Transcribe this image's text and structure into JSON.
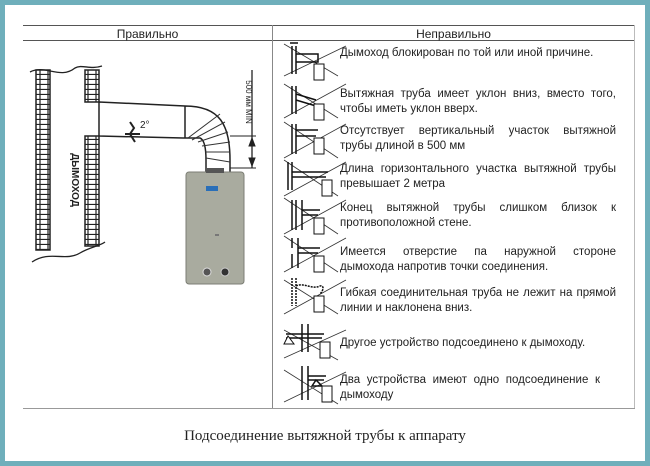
{
  "table": {
    "header_left": "Правильно",
    "header_right": "Неправильно"
  },
  "correct_diagram": {
    "chimney_label": "ДЫМОХОД",
    "angle_label": "2°",
    "dimension_label": "500 мм MIN",
    "heater_color": "#a9ab9f"
  },
  "incorrect_items": [
    {
      "icon": "blocked-chimney-icon",
      "text": "Дымоход блокирован по той или иной причине."
    },
    {
      "icon": "downward-slope-icon",
      "text": "Вытяжная труба имеет уклон вниз, вместо того, чтобы иметь уклон вверх."
    },
    {
      "icon": "no-vertical-section-icon",
      "text": "Отсутствует вертикальный участок вытяжной трубы длиной в 500 мм"
    },
    {
      "icon": "long-horizontal-icon",
      "text": "Длина горизонтального участка вытяжной трубы превышает 2 метра"
    },
    {
      "icon": "too-close-wall-icon",
      "text": "Конец вытяжной трубы слишком близок к противоположной стене."
    },
    {
      "icon": "opening-opposite-icon",
      "text": "Имеется отверстие па наружной стороне дымохода напротив точки соединения."
    },
    {
      "icon": "flexible-pipe-icon",
      "text": "Гибкая соединительная труба не лежит на прямой линии и наклонена вниз."
    },
    {
      "icon": "other-device-icon",
      "text": "Другое устройство подсоединено к дымоходу."
    },
    {
      "icon": "two-devices-icon",
      "text": "Два устройства имеют одно подсоединение к дымоходу"
    }
  ],
  "caption": "Подсоединение вытяжной трубы к аппарату",
  "colors": {
    "frame_border": "#6fafbb",
    "background": "#ffffff",
    "text": "#222222"
  }
}
